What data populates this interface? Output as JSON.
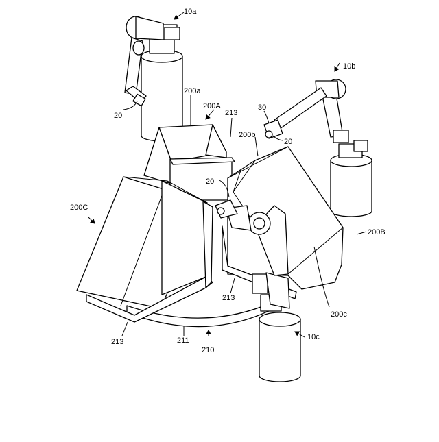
{
  "labels": {
    "robot_a": "10a",
    "robot_b": "10b",
    "robot_c": "10c",
    "hand_a": "20",
    "hand_b": "20",
    "hand_c": "20",
    "camera": "30",
    "mount_a_small": "200a",
    "mount_b_small": "200b",
    "mount_c_small": "200c",
    "mount_A": "200A",
    "mount_B": "200B",
    "mount_C": "200C",
    "support_a": "213",
    "support_c": "213",
    "support_b": "213",
    "turntable": "211",
    "rotary_unit": "210"
  }
}
